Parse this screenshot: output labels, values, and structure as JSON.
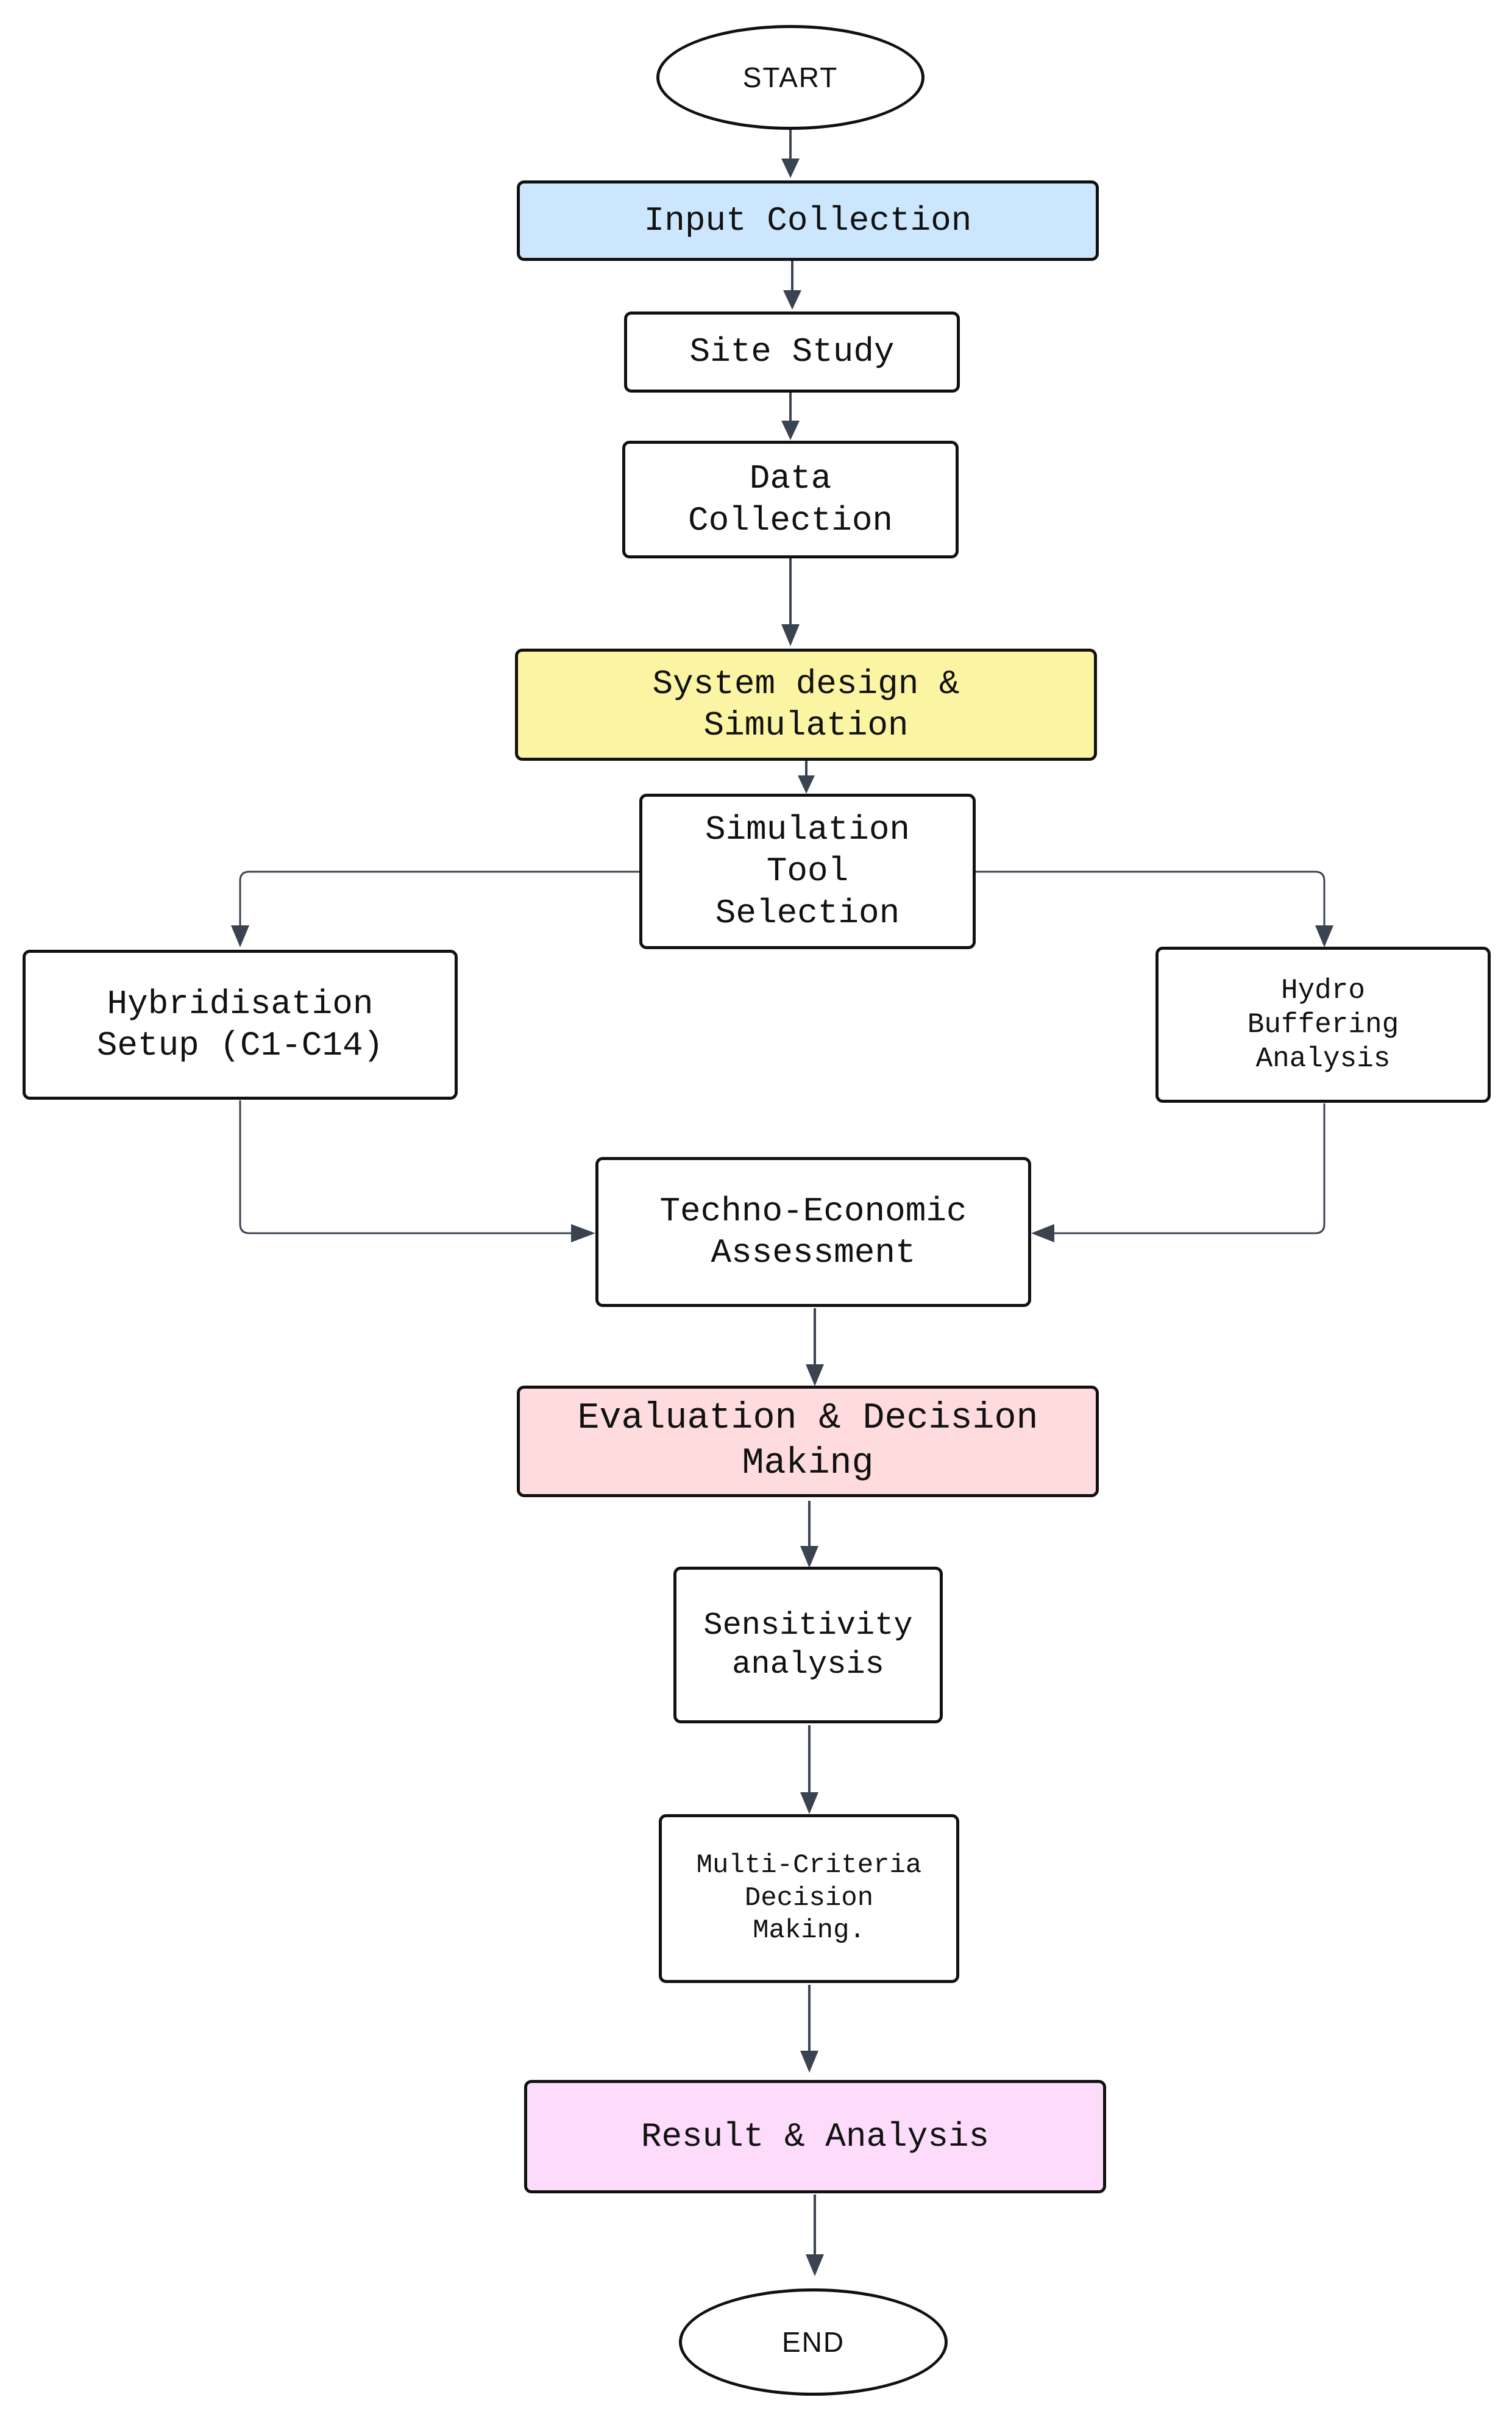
{
  "flowchart": {
    "start": "START",
    "input_collection": "Input Collection",
    "site_study": "Site Study",
    "data_collection": "Data\nCollection",
    "system_design": "System design &\nSimulation",
    "simulation_tool": "Simulation\nTool\nSelection",
    "hybridisation_setup": "Hybridisation\nSetup (C1-C14)",
    "hydro_buffering": "Hydro\nBuffering\nAnalysis",
    "techno_economic": "Techno-Economic\nAssessment",
    "evaluation": "Evaluation & Decision\nMaking",
    "sensitivity": "Sensitivity\nanalysis",
    "mcdm": "Multi-Criteria\nDecision\nMaking.",
    "result": "Result & Analysis",
    "end": "END"
  },
  "colors": {
    "input_collection_fill": "#cce7fd",
    "system_design_fill": "#fbf5a3",
    "evaluation_fill": "#fedbdc",
    "result_fill": "#fcdcfa",
    "connector": "#3a4450",
    "border": "#111111"
  }
}
